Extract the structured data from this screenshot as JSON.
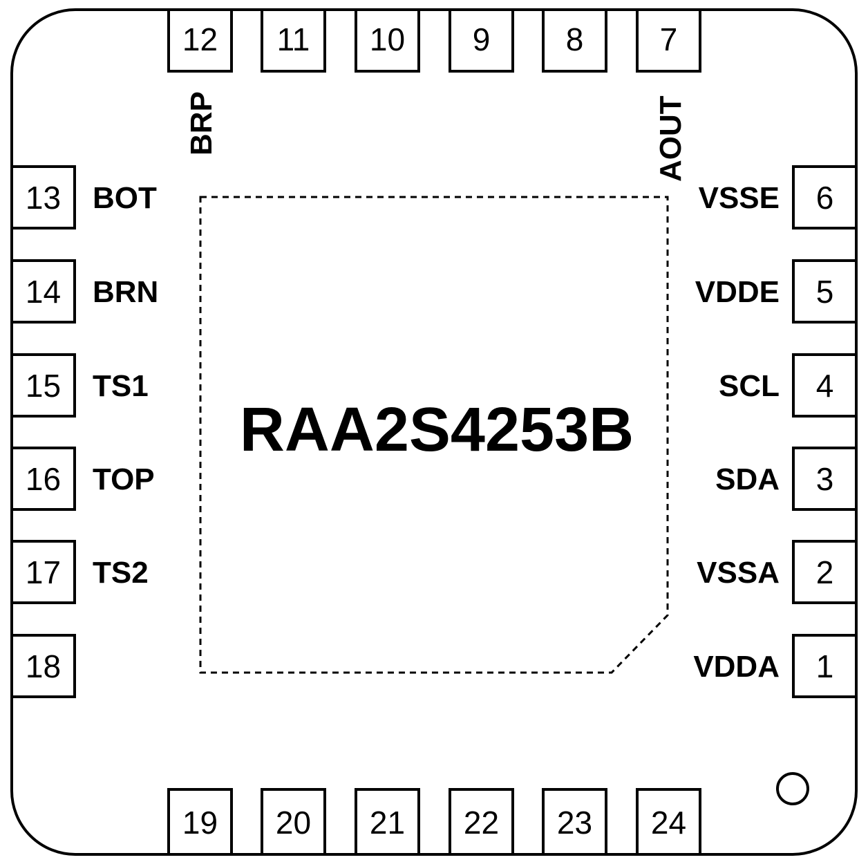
{
  "chip": {
    "part_number": "RAA2S4253B"
  },
  "pins": {
    "p1": {
      "number": "1",
      "name": "VDDA"
    },
    "p2": {
      "number": "2",
      "name": "VSSA"
    },
    "p3": {
      "number": "3",
      "name": "SDA"
    },
    "p4": {
      "number": "4",
      "name": "SCL"
    },
    "p5": {
      "number": "5",
      "name": "VDDE"
    },
    "p6": {
      "number": "6",
      "name": "VSSE"
    },
    "p7": {
      "number": "7",
      "name": "AOUT"
    },
    "p8": {
      "number": "8"
    },
    "p9": {
      "number": "9"
    },
    "p10": {
      "number": "10"
    },
    "p11": {
      "number": "11"
    },
    "p12": {
      "number": "12",
      "name": "BRP"
    },
    "p13": {
      "number": "13",
      "name": "BOT"
    },
    "p14": {
      "number": "14",
      "name": "BRN"
    },
    "p15": {
      "number": "15",
      "name": "TS1"
    },
    "p16": {
      "number": "16",
      "name": "TOP"
    },
    "p17": {
      "number": "17",
      "name": "TS2"
    },
    "p18": {
      "number": "18"
    },
    "p19": {
      "number": "19"
    },
    "p20": {
      "number": "20"
    },
    "p21": {
      "number": "21"
    },
    "p22": {
      "number": "22"
    },
    "p23": {
      "number": "23"
    },
    "p24": {
      "number": "24"
    }
  },
  "colors": {
    "outline": "#000000",
    "label": "#000000",
    "sda_label": "#b0b0b0"
  }
}
